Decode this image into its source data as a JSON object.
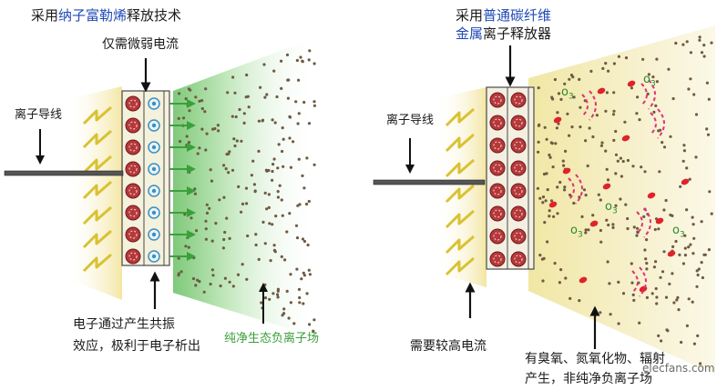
{
  "left_panel": {
    "title_prefix": "采用",
    "title_highlight": "纳子富勒烯",
    "title_suffix": "释放技术",
    "current_label": "仅需微弱电流",
    "wire_label": "离子导线",
    "effect_line1": "电子通过产生共振",
    "effect_line2": "效应，极利于电子析出",
    "field_label": "纯净生态负离子场"
  },
  "right_panel": {
    "title_line1_prefix": "采用",
    "title_line1_highlight": "普通碳纤维",
    "title_line2_highlight": "金属",
    "title_line2_suffix": "离子释放器",
    "wire_label": "离子导线",
    "current_label": "需要较高电流",
    "result_line1": "有臭氧、氮氧化物、辐射",
    "result_line2": "产生，非纯净负离子场",
    "o3_label": "o",
    "o3_sub": "3"
  },
  "watermark": "elecfans.com",
  "colors": {
    "title_highlight": "#1f49b6",
    "field_label": "#3aa03a",
    "green_field": "#9ed69a",
    "yellow_field": "#f3ecb4",
    "red_particle": "#e0222a",
    "magenta_wave": "#e0307a"
  }
}
